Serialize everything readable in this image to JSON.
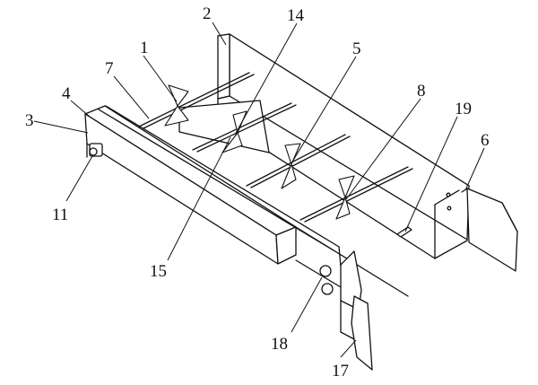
{
  "figure": {
    "background": "#ffffff",
    "stroke_color": "#111111",
    "labels": [
      {
        "id": "label-1",
        "text": "1"
      },
      {
        "id": "label-2",
        "text": "2"
      },
      {
        "id": "label-3",
        "text": "3"
      },
      {
        "id": "label-4",
        "text": "4"
      },
      {
        "id": "label-5",
        "text": "5"
      },
      {
        "id": "label-6",
        "text": "6"
      },
      {
        "id": "label-7",
        "text": "7"
      },
      {
        "id": "label-8",
        "text": "8"
      },
      {
        "id": "label-11",
        "text": "11"
      },
      {
        "id": "label-14",
        "text": "14"
      },
      {
        "id": "label-15",
        "text": "15"
      },
      {
        "id": "label-17",
        "text": "17"
      },
      {
        "id": "label-18",
        "text": "18"
      },
      {
        "id": "label-19",
        "text": "19"
      }
    ]
  }
}
